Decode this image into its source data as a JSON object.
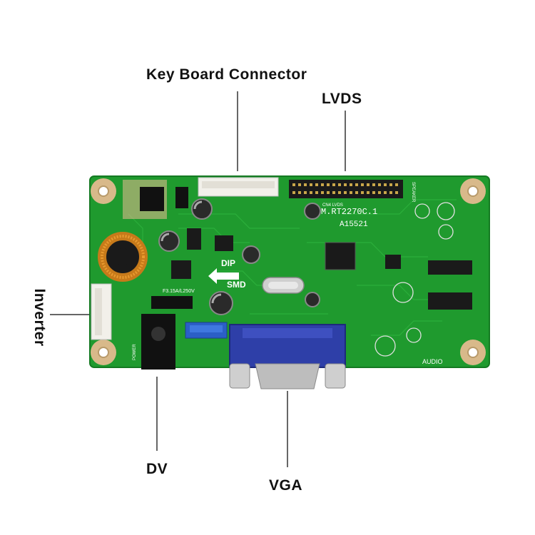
{
  "labels": {
    "keyboard": "Key Board Connector",
    "lvds": "LVDS",
    "inverter": "Inverter",
    "dv": "DV",
    "vga": "VGA"
  },
  "silkscreen": {
    "model": "M.RT2270C.1",
    "code": "A15521",
    "dip": "DIP",
    "smd": "SMD",
    "fuse": "F3.15A/L250V",
    "audio": "AUDIO",
    "power": "POWER",
    "speaker": "SPEAKER",
    "lvds_small": "CN4 LVDS"
  },
  "colors": {
    "pcb": "#1f9a2e",
    "pcb_dark": "#157a22",
    "pad": "#d8b98a",
    "vga_blue": "#2e3fa8",
    "header_black": "#1a1a1a"
  }
}
